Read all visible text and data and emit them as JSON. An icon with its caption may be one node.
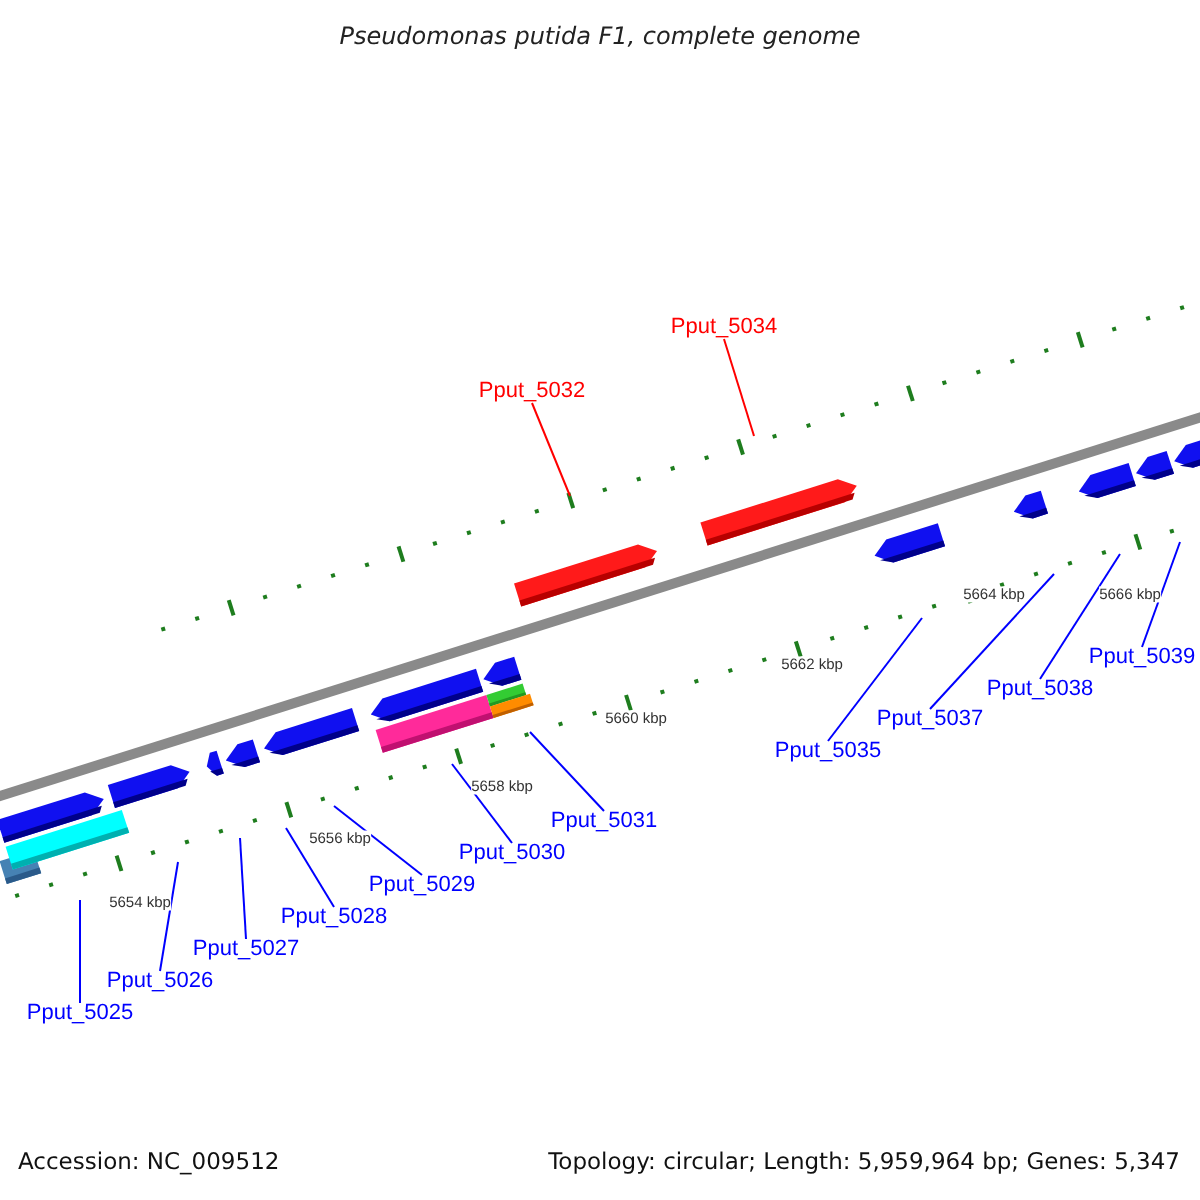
{
  "diagram": {
    "title": "Pseudomonas putida F1, complete genome",
    "nodes": [
      {
        "text": [
          "Pput_5025"
        ]
      },
      {
        "text": [
          "Pput_5026"
        ]
      },
      {
        "text": [
          "Pput_5027"
        ]
      },
      {
        "text": [
          "Pput_5028"
        ]
      },
      {
        "text": [
          "Pput_5029"
        ]
      },
      {
        "text": [
          "Pput_5030"
        ]
      },
      {
        "text": [
          "Pput_5031"
        ]
      },
      {
        "text": [
          "Pput_5032"
        ]
      },
      {
        "text": [
          "Pput_5034"
        ]
      },
      {
        "text": [
          "Pput_5035"
        ]
      },
      {
        "text": [
          "Pput_5037"
        ]
      },
      {
        "text": [
          "Pput_5038"
        ]
      },
      {
        "text": [
          "Pput_5039"
        ]
      }
    ],
    "edges": [
      {
        "from": 0,
        "to": null,
        "arrow": "none"
      },
      {
        "from": 1,
        "to": null,
        "arrow": "none"
      },
      {
        "from": 2,
        "to": null,
        "arrow": "none"
      },
      {
        "from": 3,
        "to": null,
        "arrow": "none"
      },
      {
        "from": 4,
        "to": null,
        "arrow": "none"
      },
      {
        "from": 5,
        "to": null,
        "arrow": "none"
      },
      {
        "from": 6,
        "to": null,
        "arrow": "none"
      },
      {
        "from": 7,
        "to": null,
        "arrow": "none",
        "color": "#ff0000"
      },
      {
        "from": 8,
        "to": null,
        "arrow": "none",
        "color": "#ff0000"
      },
      {
        "from": 9,
        "to": null,
        "arrow": "none"
      },
      {
        "from": 10,
        "to": null,
        "arrow": "none"
      },
      {
        "from": 11,
        "to": null,
        "arrow": "none"
      },
      {
        "from": 12,
        "to": null,
        "arrow": "none"
      }
    ],
    "labels": [
      "5654 kbp",
      "5656 kbp",
      "5658 kbp",
      "5660 kbp",
      "5662 kbp",
      "5664 kbp",
      "5666 kbp",
      "Accession: NC_009512",
      "Topology: circular; Length: 5,959,964 bp; Genes: 5,347"
    ]
  }
}
